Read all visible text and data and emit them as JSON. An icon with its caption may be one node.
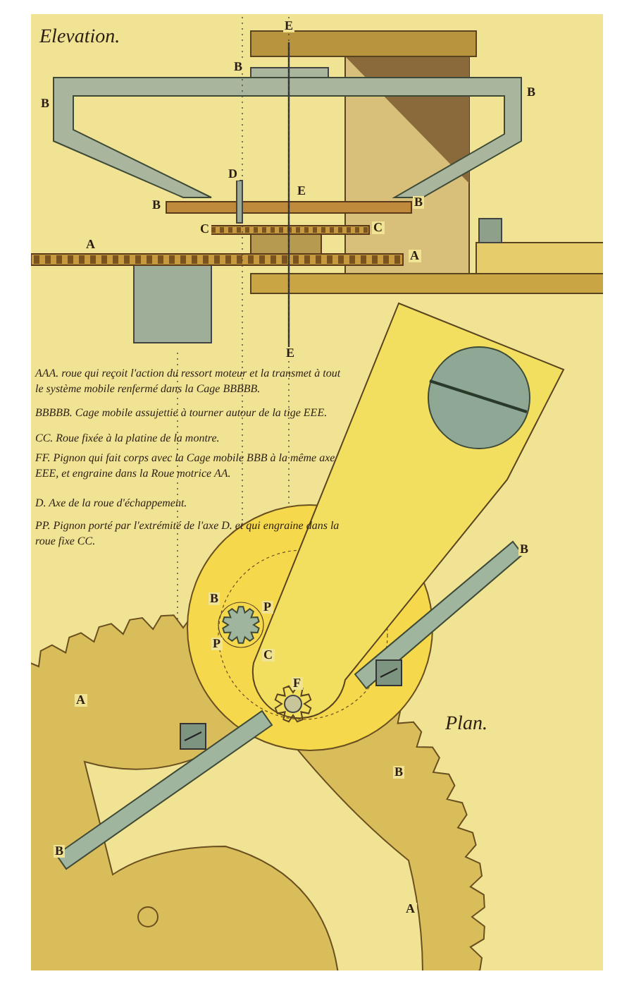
{
  "diagram": {
    "labels": [
      "Elevation.",
      "E",
      "B",
      "B",
      "B",
      "D",
      "E",
      "B",
      "B",
      "C",
      "C",
      "A",
      "A",
      "E",
      "AAA. roue qui reçoit l'action du ressort moteur et la transmet à tout le système mobile renfermé dans la Cage BBBBB.",
      "BBBBB. Cage mobile assujettie à tourner autour de la tige EEE.",
      "CC. Roue fixée à la platine de la montre.",
      "FF. Pignon qui fait corps avec la Cage mobile BBB à la même axe EEE, et engraine dans la Roue motrice AA.",
      "D. Axe de la roue d'échappement.",
      "PP. Pignon porté par l'extrémité de l'axe D. et qui engraine dans la roue fixe CC.",
      "B",
      "B",
      "P",
      "P",
      "C",
      "F",
      "A",
      "Plan.",
      "B",
      "B",
      "A"
    ]
  }
}
